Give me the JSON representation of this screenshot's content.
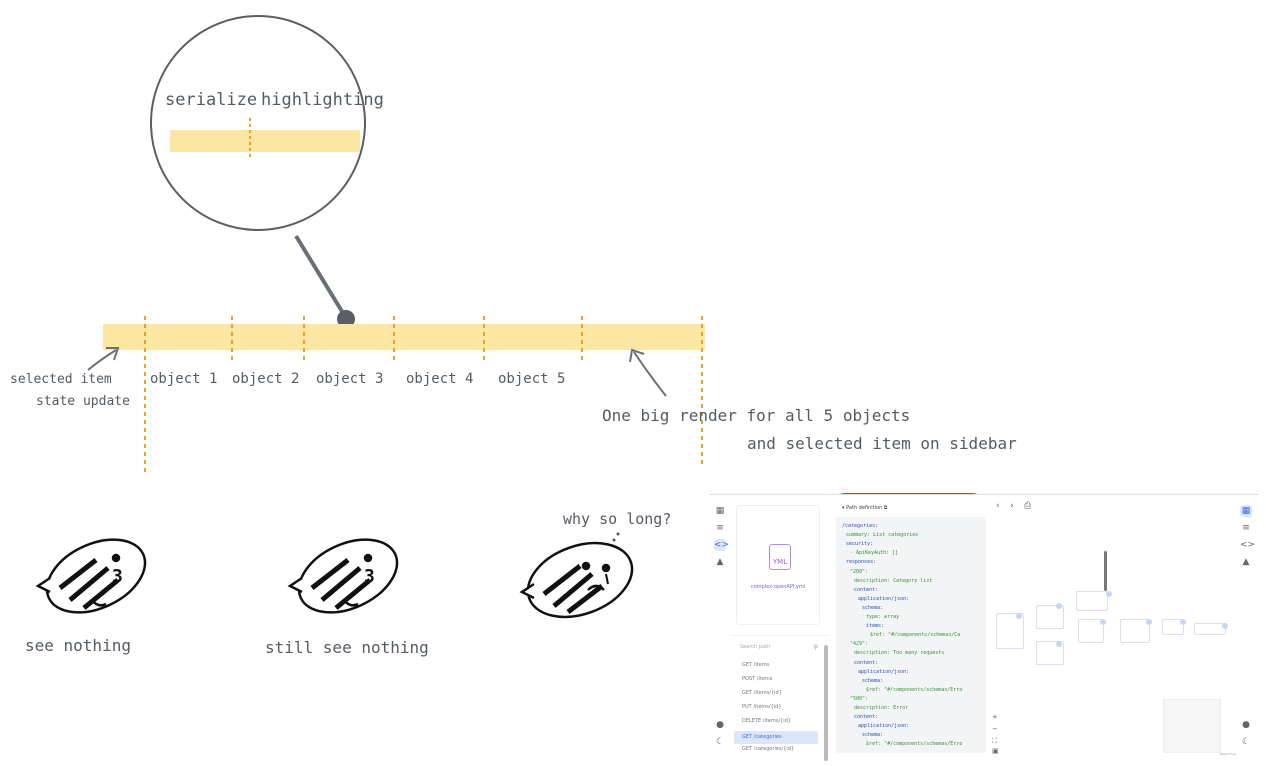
{
  "magnifier": {
    "label_left": "serialize",
    "label_right": "highlighting"
  },
  "timeline": {
    "left_note_line1": "selected item",
    "left_note_line2": "state update",
    "objects": [
      "object 1",
      "object 2",
      "object 3",
      "object 4",
      "object 5"
    ],
    "right_note_line1": "One big render for all 5 objects",
    "right_note_line2": "and selected item on sidebar"
  },
  "characters": {
    "caption_1": "see nothing",
    "caption_2": "still see nothing",
    "thought": "why so long?",
    "face_glyph": "3"
  },
  "colors": {
    "highlight_bar": "#fbe7a1",
    "tick": "#f0a020",
    "ink": "#555b63",
    "red_box": "#d23b3b"
  },
  "app": {
    "file_name": "complex-openAPI.yml",
    "file_badge": "YML",
    "search_placeholder": "Search path",
    "routes": [
      "GET /items",
      "POST /items",
      "GET /items/{id}",
      "PUT /items/{id}",
      "DELETE /items/{id}",
      "GET /categories",
      "GET /categories/{id}"
    ],
    "selected_route": "GET /categories",
    "panel_title": "Path definition",
    "code_lines": [
      {
        "t": "/categories:",
        "c": "k",
        "i": 0
      },
      {
        "t": "summary: List categories",
        "c": "s",
        "i": 1
      },
      {
        "t": "security:",
        "c": "k",
        "i": 1
      },
      {
        "t": "- ApiKeyAuth: []",
        "c": "s",
        "i": 2
      },
      {
        "t": "responses:",
        "c": "k",
        "i": 1
      },
      {
        "t": "\"200\":",
        "c": "s",
        "i": 2
      },
      {
        "t": "description: Category list",
        "c": "s",
        "i": 3
      },
      {
        "t": "content:",
        "c": "k",
        "i": 3
      },
      {
        "t": "application/json:",
        "c": "k",
        "i": 4
      },
      {
        "t": "schema:",
        "c": "k",
        "i": 5
      },
      {
        "t": "type: array",
        "c": "s",
        "i": 6
      },
      {
        "t": "items:",
        "c": "k",
        "i": 6
      },
      {
        "t": "$ref: \"#/components/schemas/Ca",
        "c": "s",
        "i": 7
      },
      {
        "t": "\"429\":",
        "c": "s",
        "i": 2
      },
      {
        "t": "description: Too many requests",
        "c": "s",
        "i": 3
      },
      {
        "t": "content:",
        "c": "k",
        "i": 3
      },
      {
        "t": "application/json:",
        "c": "k",
        "i": 4
      },
      {
        "t": "schema:",
        "c": "k",
        "i": 5
      },
      {
        "t": "$ref: \"#/components/schemas/Erro",
        "c": "s",
        "i": 6
      },
      {
        "t": "\"500\":",
        "c": "s",
        "i": 2
      },
      {
        "t": "description: Error",
        "c": "s",
        "i": 3
      },
      {
        "t": "content:",
        "c": "k",
        "i": 3
      },
      {
        "t": "application/json:",
        "c": "k",
        "i": 4
      },
      {
        "t": "schema:",
        "c": "k",
        "i": 5
      },
      {
        "t": "$ref: \"#/components/schemas/Erro",
        "c": "s",
        "i": 6
      }
    ],
    "minimap_label": "React Flow"
  }
}
